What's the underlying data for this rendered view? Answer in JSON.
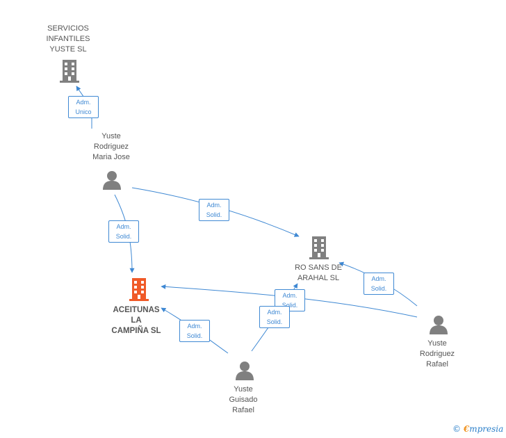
{
  "colors": {
    "edge": "#3e88d3",
    "company": "#808080",
    "company_main": "#f05a28",
    "person": "#808080"
  },
  "nodes": {
    "servicios": {
      "lines": [
        "SERVICIOS",
        "INFANTILES",
        "YUSTE SL"
      ],
      "icon": "building-icon"
    },
    "aceitunas": {
      "lines": [
        "ACEITUNAS",
        "LA",
        "CAMPIÑA SL"
      ],
      "icon": "building-icon"
    },
    "rosans": {
      "lines": [
        "RO SANS DE",
        "ARAHAL SL"
      ],
      "icon": "building-icon"
    },
    "maria_jose": {
      "lines": [
        "Yuste",
        "Rodriguez",
        "Maria Jose"
      ],
      "icon": "person-icon"
    },
    "guisado": {
      "lines": [
        "Yuste",
        "Guisado",
        "Rafael"
      ],
      "icon": "person-icon"
    },
    "rodriguez_rafael": {
      "lines": [
        "Yuste",
        "Rodriguez",
        "Rafael"
      ],
      "icon": "person-icon"
    }
  },
  "edges": [
    {
      "id": "e1",
      "badge": [
        "Adm.",
        "Unico"
      ]
    },
    {
      "id": "e2",
      "badge": [
        "Adm.",
        "Solid."
      ]
    },
    {
      "id": "e3",
      "badge": [
        "Adm.",
        "Solid."
      ]
    },
    {
      "id": "e4",
      "badge": [
        "Adm.",
        "Solid."
      ]
    },
    {
      "id": "e5",
      "badge": [
        "Adm.",
        "Solid."
      ]
    },
    {
      "id": "e6",
      "badge": [
        "Adm.",
        "Solid."
      ]
    },
    {
      "id": "e7",
      "badge": [
        "Adm.",
        "Solid."
      ]
    }
  ],
  "brand": {
    "copyright": "©",
    "e_letter": "€",
    "name": "mpresia"
  }
}
